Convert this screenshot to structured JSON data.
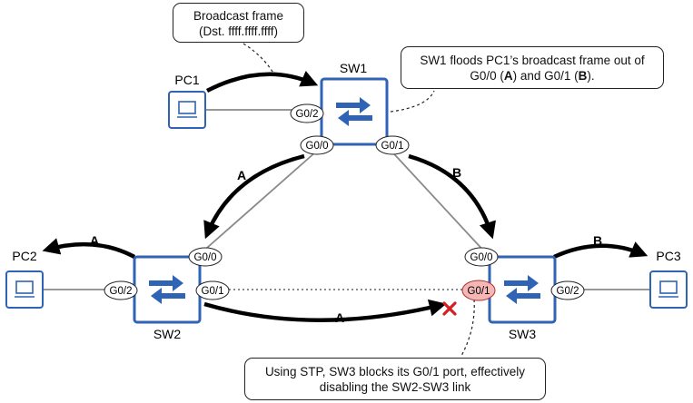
{
  "callouts": {
    "broadcast_line1": "Broadcast frame",
    "broadcast_line2": "(Dst. ffff.ffff.ffff)",
    "flood_line1": "SW1 floods PC1’s broadcast frame out of",
    "flood_line2_prefix": "G0/0 (",
    "flood_line2_a": "A",
    "flood_line2_mid": ") and G0/1 (",
    "flood_line2_b": "B",
    "flood_line2_suffix": ").",
    "stp_line1": "Using STP, SW3 blocks its G0/1 port, effectively",
    "stp_line2": "disabling the SW2-SW3 link"
  },
  "devices": {
    "pc1": "PC1",
    "pc2": "PC2",
    "pc3": "PC3",
    "sw1": "SW1",
    "sw2": "SW2",
    "sw3": "SW3"
  },
  "ports": {
    "sw1_g02": "G0/2",
    "sw1_g00": "G0/0",
    "sw1_g01": "G0/1",
    "sw2_g00": "G0/0",
    "sw2_g02": "G0/2",
    "sw2_g01": "G0/1",
    "sw3_g00": "G0/0",
    "sw3_g01": "G0/1",
    "sw3_g02": "G0/2"
  },
  "path_labels": {
    "a_sw1_sw2": "A",
    "b_sw1_sw3": "B",
    "a_sw2_pc2": "A",
    "b_sw3_pc3": "B",
    "a_sw2_sw3": "A"
  },
  "colors": {
    "device_blue": "#2f63b5",
    "blocked_port": "#f4b6b6",
    "block_x": "#d42020"
  },
  "icons": {
    "pc": "pc-icon",
    "switch": "switch-icon",
    "blocked": "blocked-x-icon"
  }
}
